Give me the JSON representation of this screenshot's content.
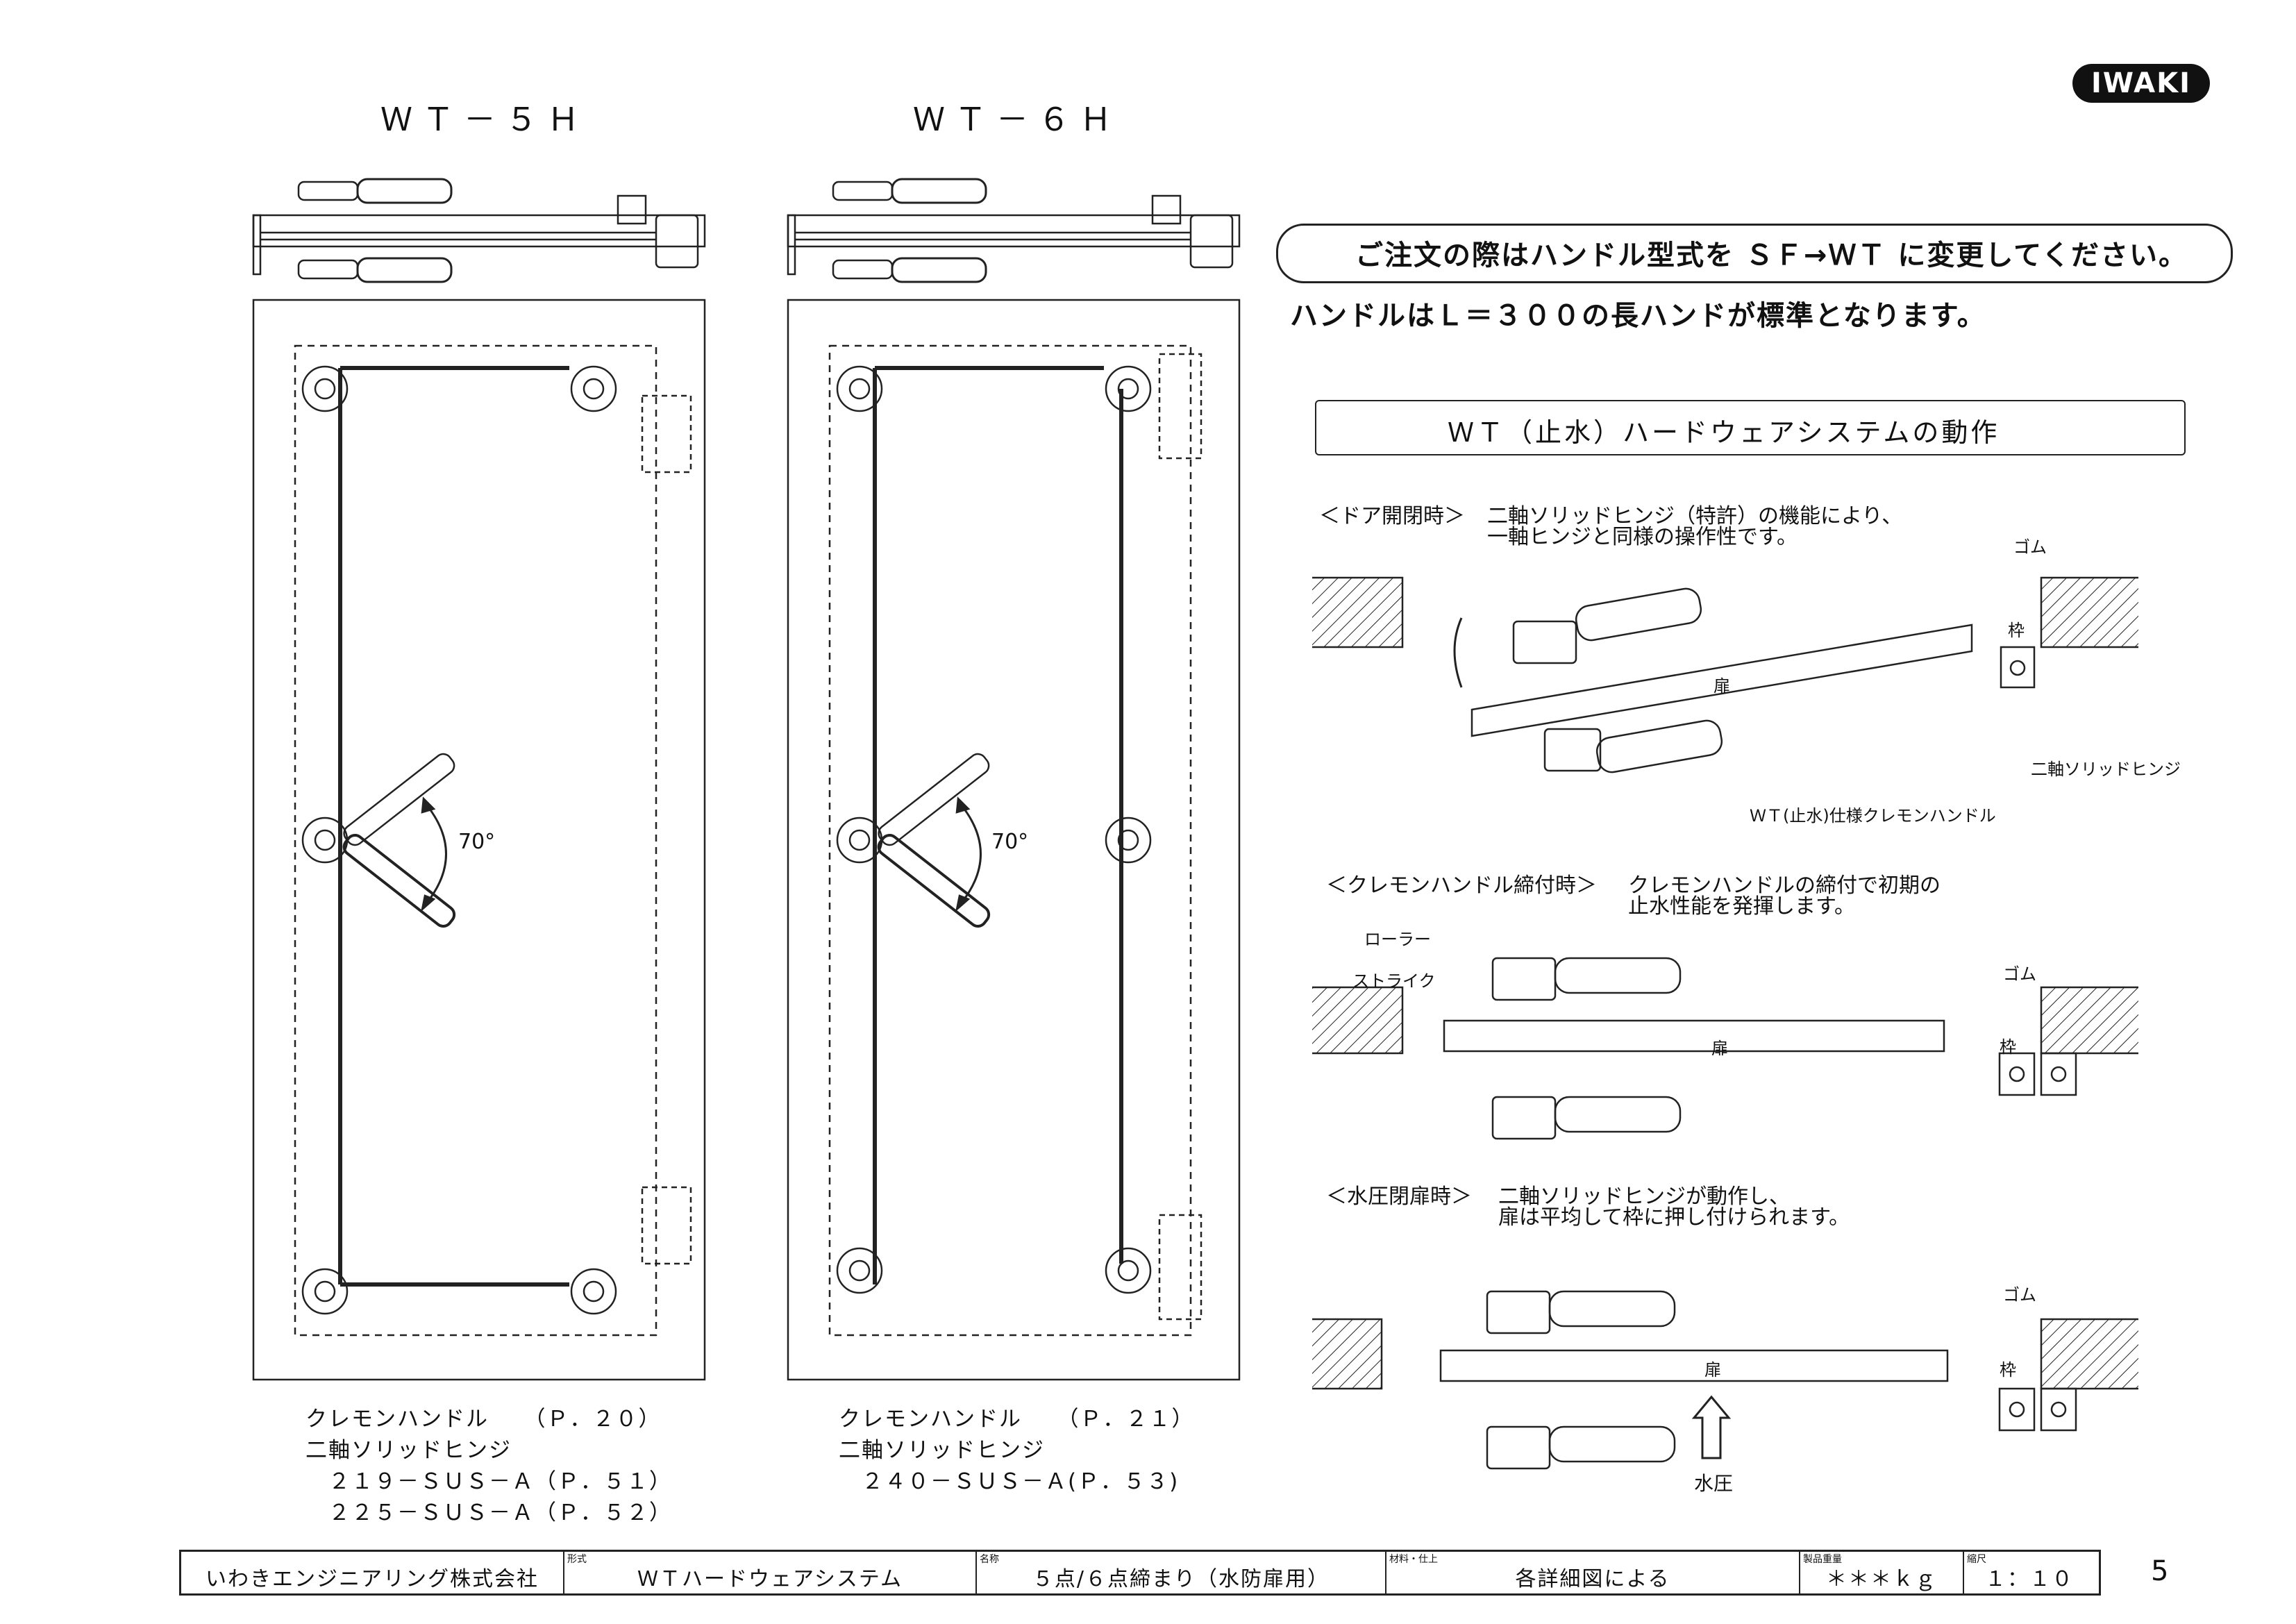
{
  "header": {
    "logo": "IWAKI",
    "model_left": "ＷＴ－５Ｈ",
    "model_right": "ＷＴ－６Ｈ"
  },
  "notice": {
    "order_note": "ご注文の際はハンドル型式を ＳＦ→ＷＴ に変更してください。",
    "standard_note": "ハンドルはＬ＝３００の長ハンドが標準となります。"
  },
  "section": {
    "title": "ＷＴ（止水）ハードウェアシステムの動作"
  },
  "step_open": {
    "label": "＜ドア開閉時＞",
    "line1": "二軸ソリッドヒンジ（特許）の機能により、",
    "line2": "一軸ヒンジと同様の操作性です。",
    "rubber": "ゴム",
    "frame": "枠",
    "door": "扉",
    "hinge": "二軸ソリッドヒンジ",
    "handle": "ＷＴ(止水)仕様クレモンハンドル"
  },
  "step_tighten": {
    "label": "＜クレモンハンドル締付時＞",
    "line1": "クレモンハンドルの締付で初期の",
    "line2": "止水性能を発揮します。",
    "roller": "ローラー",
    "strike": "ストライク",
    "rubber": "ゴム",
    "frame": "枠",
    "door": "扉"
  },
  "step_pressure": {
    "label": "＜水圧閉扉時＞",
    "line1": "二軸ソリッドヒンジが動作し、",
    "line2": "扉は平均して枠に押し付けられます。",
    "rubber": "ゴム",
    "frame": "枠",
    "door": "扉",
    "water": "水圧"
  },
  "drawing_left": {
    "angle": "70°",
    "spec1": "クレモンハンドル　　（Ｐ．２０）",
    "spec2": "二軸ソリッドヒンジ",
    "spec3": "　２１９－ＳＵＳ－Ａ（Ｐ．５１）",
    "spec4": "　２２５－ＳＵＳ－Ａ（Ｐ．５２）"
  },
  "drawing_right": {
    "angle": "70°",
    "spec1": "クレモンハンドル　　（Ｐ．２１）",
    "spec2": "二軸ソリッドヒンジ",
    "spec3": "　２４０－ＳＵＳ－Ａ(Ｐ．５３)"
  },
  "title_block": {
    "company": "いわきエンジニアリング株式会社",
    "cap_type": "形式",
    "type": "ＷＴハードウェアシステム",
    "cap_name": "名称",
    "name": "５点/６点締まり（水防扉用）",
    "cap_material": "材料・仕上",
    "material": "各詳細図による",
    "cap_weight": "製品重量",
    "weight": "＊＊＊ｋｇ",
    "cap_scale": "縮尺",
    "scale": "１：１０"
  },
  "page_number": "5"
}
